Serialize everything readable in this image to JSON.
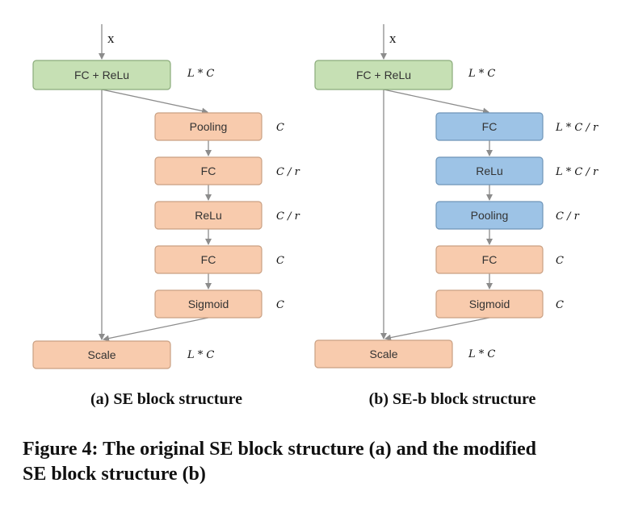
{
  "panel_a": {
    "input_label": "x",
    "top": {
      "label": "FC + ReLu",
      "dim": "L * C"
    },
    "branch": [
      {
        "label": "Pooling",
        "dim": "C"
      },
      {
        "label": "FC",
        "dim": "C / r"
      },
      {
        "label": "ReLu",
        "dim": "C / r"
      },
      {
        "label": "FC",
        "dim": "C"
      },
      {
        "label": "Sigmoid",
        "dim": "C"
      }
    ],
    "bottom": {
      "label": "Scale",
      "dim": "L * C"
    },
    "caption": "(a) SE block structure"
  },
  "panel_b": {
    "input_label": "x",
    "top": {
      "label": "FC + ReLu",
      "dim": "L * C"
    },
    "branch": [
      {
        "label": "FC",
        "dim": "L * C / r"
      },
      {
        "label": "ReLu",
        "dim": "L * C / r"
      },
      {
        "label": "Pooling",
        "dim": "C / r"
      },
      {
        "label": "FC",
        "dim": "C"
      },
      {
        "label": "Sigmoid",
        "dim": "C"
      }
    ],
    "bottom": {
      "label": "Scale",
      "dim": "L * C"
    },
    "caption": "(b) SE-b block structure"
  },
  "figure_caption": {
    "line1": "Figure 4: The original SE block structure (a) and the modified",
    "line2": "SE block structure (b)"
  },
  "colors": {
    "green_fill": "#c6e0b4",
    "green_stroke": "#8aab7a",
    "orange_fill": "#f8cbad",
    "orange_stroke": "#c9a083",
    "blue_fill": "#9dc3e6",
    "blue_stroke": "#6f95b8",
    "arrow": "#8c8c8c"
  }
}
